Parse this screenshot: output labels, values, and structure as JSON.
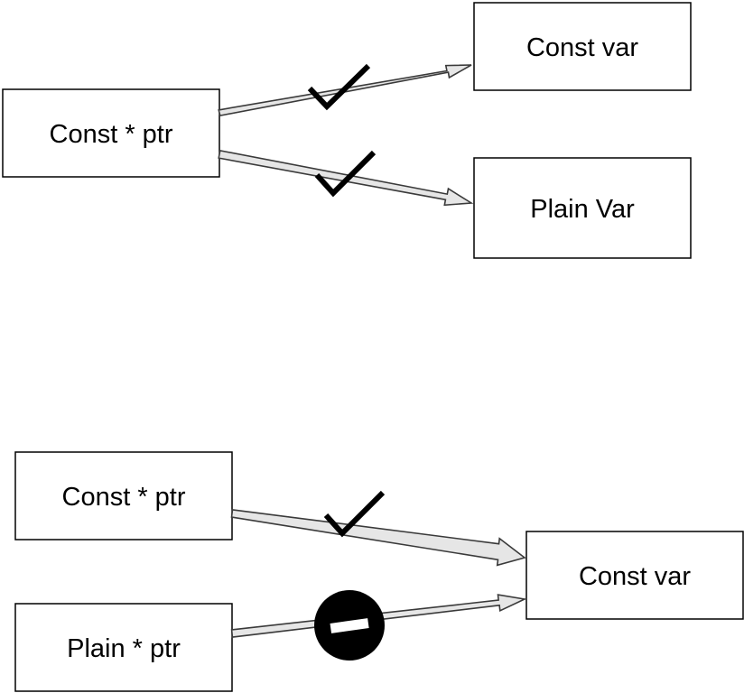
{
  "diagram": {
    "top": {
      "source_box": {
        "label": "Const * ptr"
      },
      "target_box_1": {
        "label": "Const var"
      },
      "target_box_2": {
        "label": "Plain Var"
      },
      "arrow_1_status": "allowed",
      "arrow_2_status": "allowed"
    },
    "bottom": {
      "source_box_1": {
        "label": "Const * ptr"
      },
      "source_box_2": {
        "label": "Plain * ptr"
      },
      "target_box": {
        "label": "Const var"
      },
      "arrow_1_status": "allowed",
      "arrow_2_status": "forbidden"
    },
    "icons": {
      "allowed": "check-icon",
      "forbidden": "no-entry-icon"
    },
    "colors": {
      "arrow_fill": "#e6e6e6",
      "arrow_stroke": "#3a3a3a",
      "box_stroke": "#000000",
      "mark": "#000000"
    }
  }
}
